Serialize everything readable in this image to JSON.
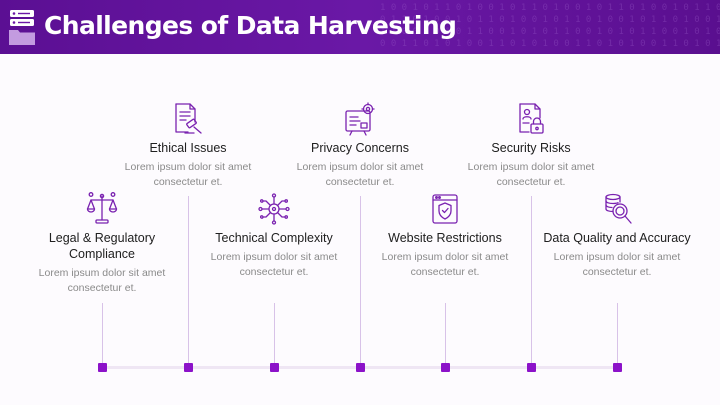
{
  "header": {
    "title": "Challenges of Data Harvesting"
  },
  "items": [
    {
      "title": "Legal & Regulatory Compliance",
      "desc": "Lorem ipsum dolor sit amet consectetur et.",
      "icon": "scales-icon"
    },
    {
      "title": "Ethical Issues",
      "desc": "Lorem ipsum dolor sit amet consectetur et.",
      "icon": "document-gavel-icon"
    },
    {
      "title": "Technical Complexity",
      "desc": "Lorem ipsum dolor sit amet consectetur et.",
      "icon": "circuit-brain-icon"
    },
    {
      "title": "Privacy Concerns",
      "desc": "Lorem ipsum dolor sit amet consectetur et.",
      "icon": "board-gear-icon"
    },
    {
      "title": "Website Restrictions",
      "desc": "Lorem ipsum dolor sit amet consectetur et.",
      "icon": "browser-shield-icon"
    },
    {
      "title": "Security Risks",
      "desc": "Lorem ipsum dolor sit amet consectetur et.",
      "icon": "document-lock-icon"
    },
    {
      "title": "Data Quality and Accuracy",
      "desc": "Lorem ipsum dolor sit amet consectetur et.",
      "icon": "database-magnifier-icon"
    }
  ],
  "colors": {
    "header": "#5b0f93",
    "accent": "#8c12c9",
    "icon": "#7a22b0"
  }
}
